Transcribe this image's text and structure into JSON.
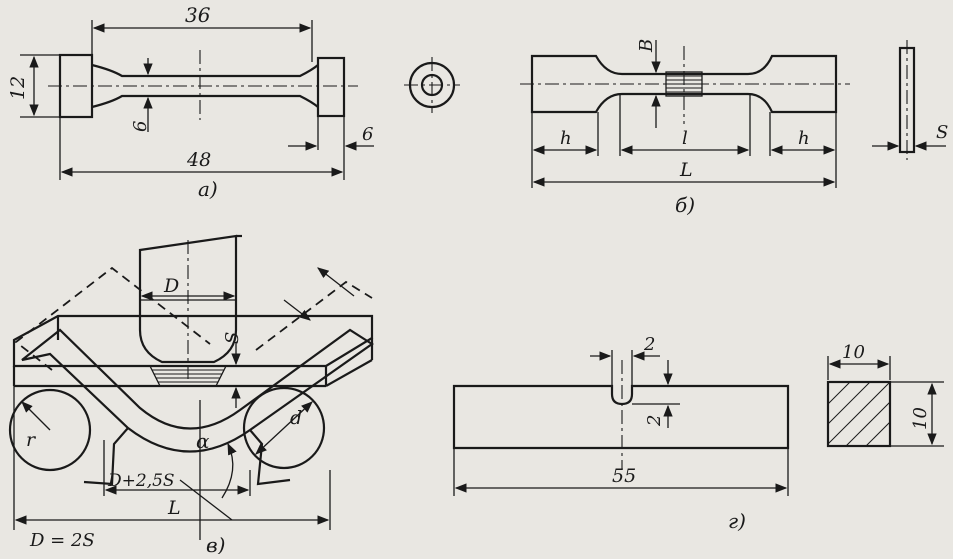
{
  "panel_a": {
    "dim_length_top": "36",
    "dim_height": "12",
    "dim_neck": "6",
    "dim_head": "6",
    "dim_total": "48",
    "caption": "а)"
  },
  "panel_b": {
    "dim_b": "B",
    "dim_h_left": "h",
    "dim_l": "l",
    "dim_h_right": "h",
    "dim_total": "L",
    "dim_s": "S",
    "caption": "б)"
  },
  "panel_v": {
    "dim_d": "D",
    "dim_s": "S",
    "dim_r": "r",
    "dim_d_small": "d",
    "dim_gap": "D+2,5S",
    "dim_alpha": "α",
    "dim_total": "L",
    "formula": "D = 2S",
    "caption": "в)"
  },
  "panel_g": {
    "dim_notch_width": "2",
    "dim_notch_depth": "2",
    "dim_length": "55",
    "dim_side_top": "10",
    "dim_side_right": "10",
    "caption": "г)"
  },
  "colors": {
    "paper": "#e9e7e2",
    "ink": "#1a1a1a"
  }
}
